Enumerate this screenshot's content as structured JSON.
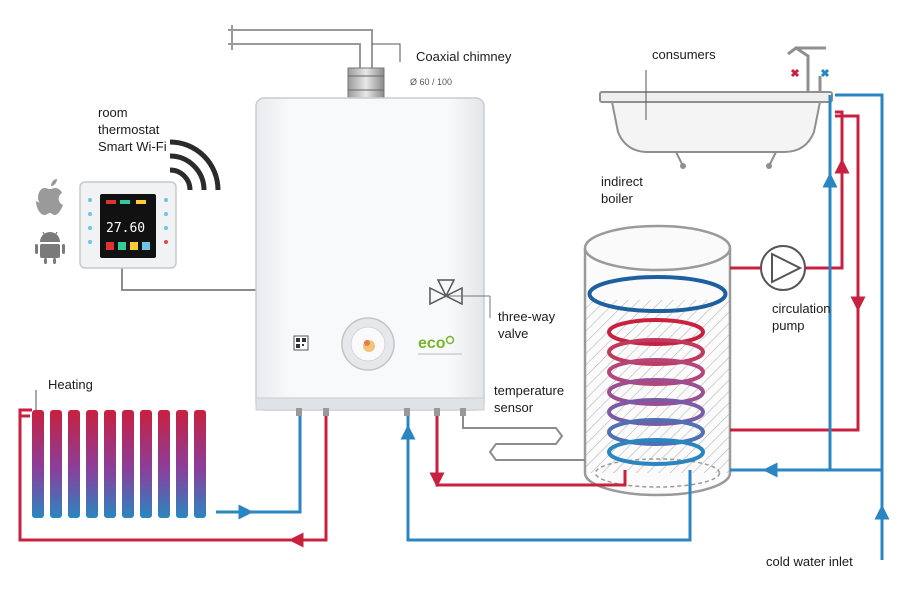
{
  "labels": {
    "coaxial_chimney": "Coaxial chimney",
    "chimney_size": "Ø 60 / 100",
    "consumers": "consumers",
    "room_thermostat_line1": "room",
    "room_thermostat_line2": "thermostat",
    "room_thermostat_line3": "Smart Wi-Fi",
    "indirect_boiler_line1": "indirect",
    "indirect_boiler_line2": "boiler",
    "circulation_pump_line1": "circulation",
    "circulation_pump_line2": "pump",
    "three_way_valve_line1": "three-way",
    "three_way_valve_line2": "valve",
    "temperature_sensor_line1": "temperature",
    "temperature_sensor_line2": "sensor",
    "heating": "Heating",
    "cold_water_inlet": "cold water inlet"
  },
  "boiler_unit": {
    "eco_badge": "eco"
  },
  "thermostat": {
    "display_value": "27.60"
  },
  "colors": {
    "hot_pipe": "#c8203f",
    "cold_pipe": "#2a86c0",
    "gray_pipe": "#8c8c8c",
    "tank_outline": "#9a9a9a",
    "boiler_body": "#f3f4f6"
  }
}
